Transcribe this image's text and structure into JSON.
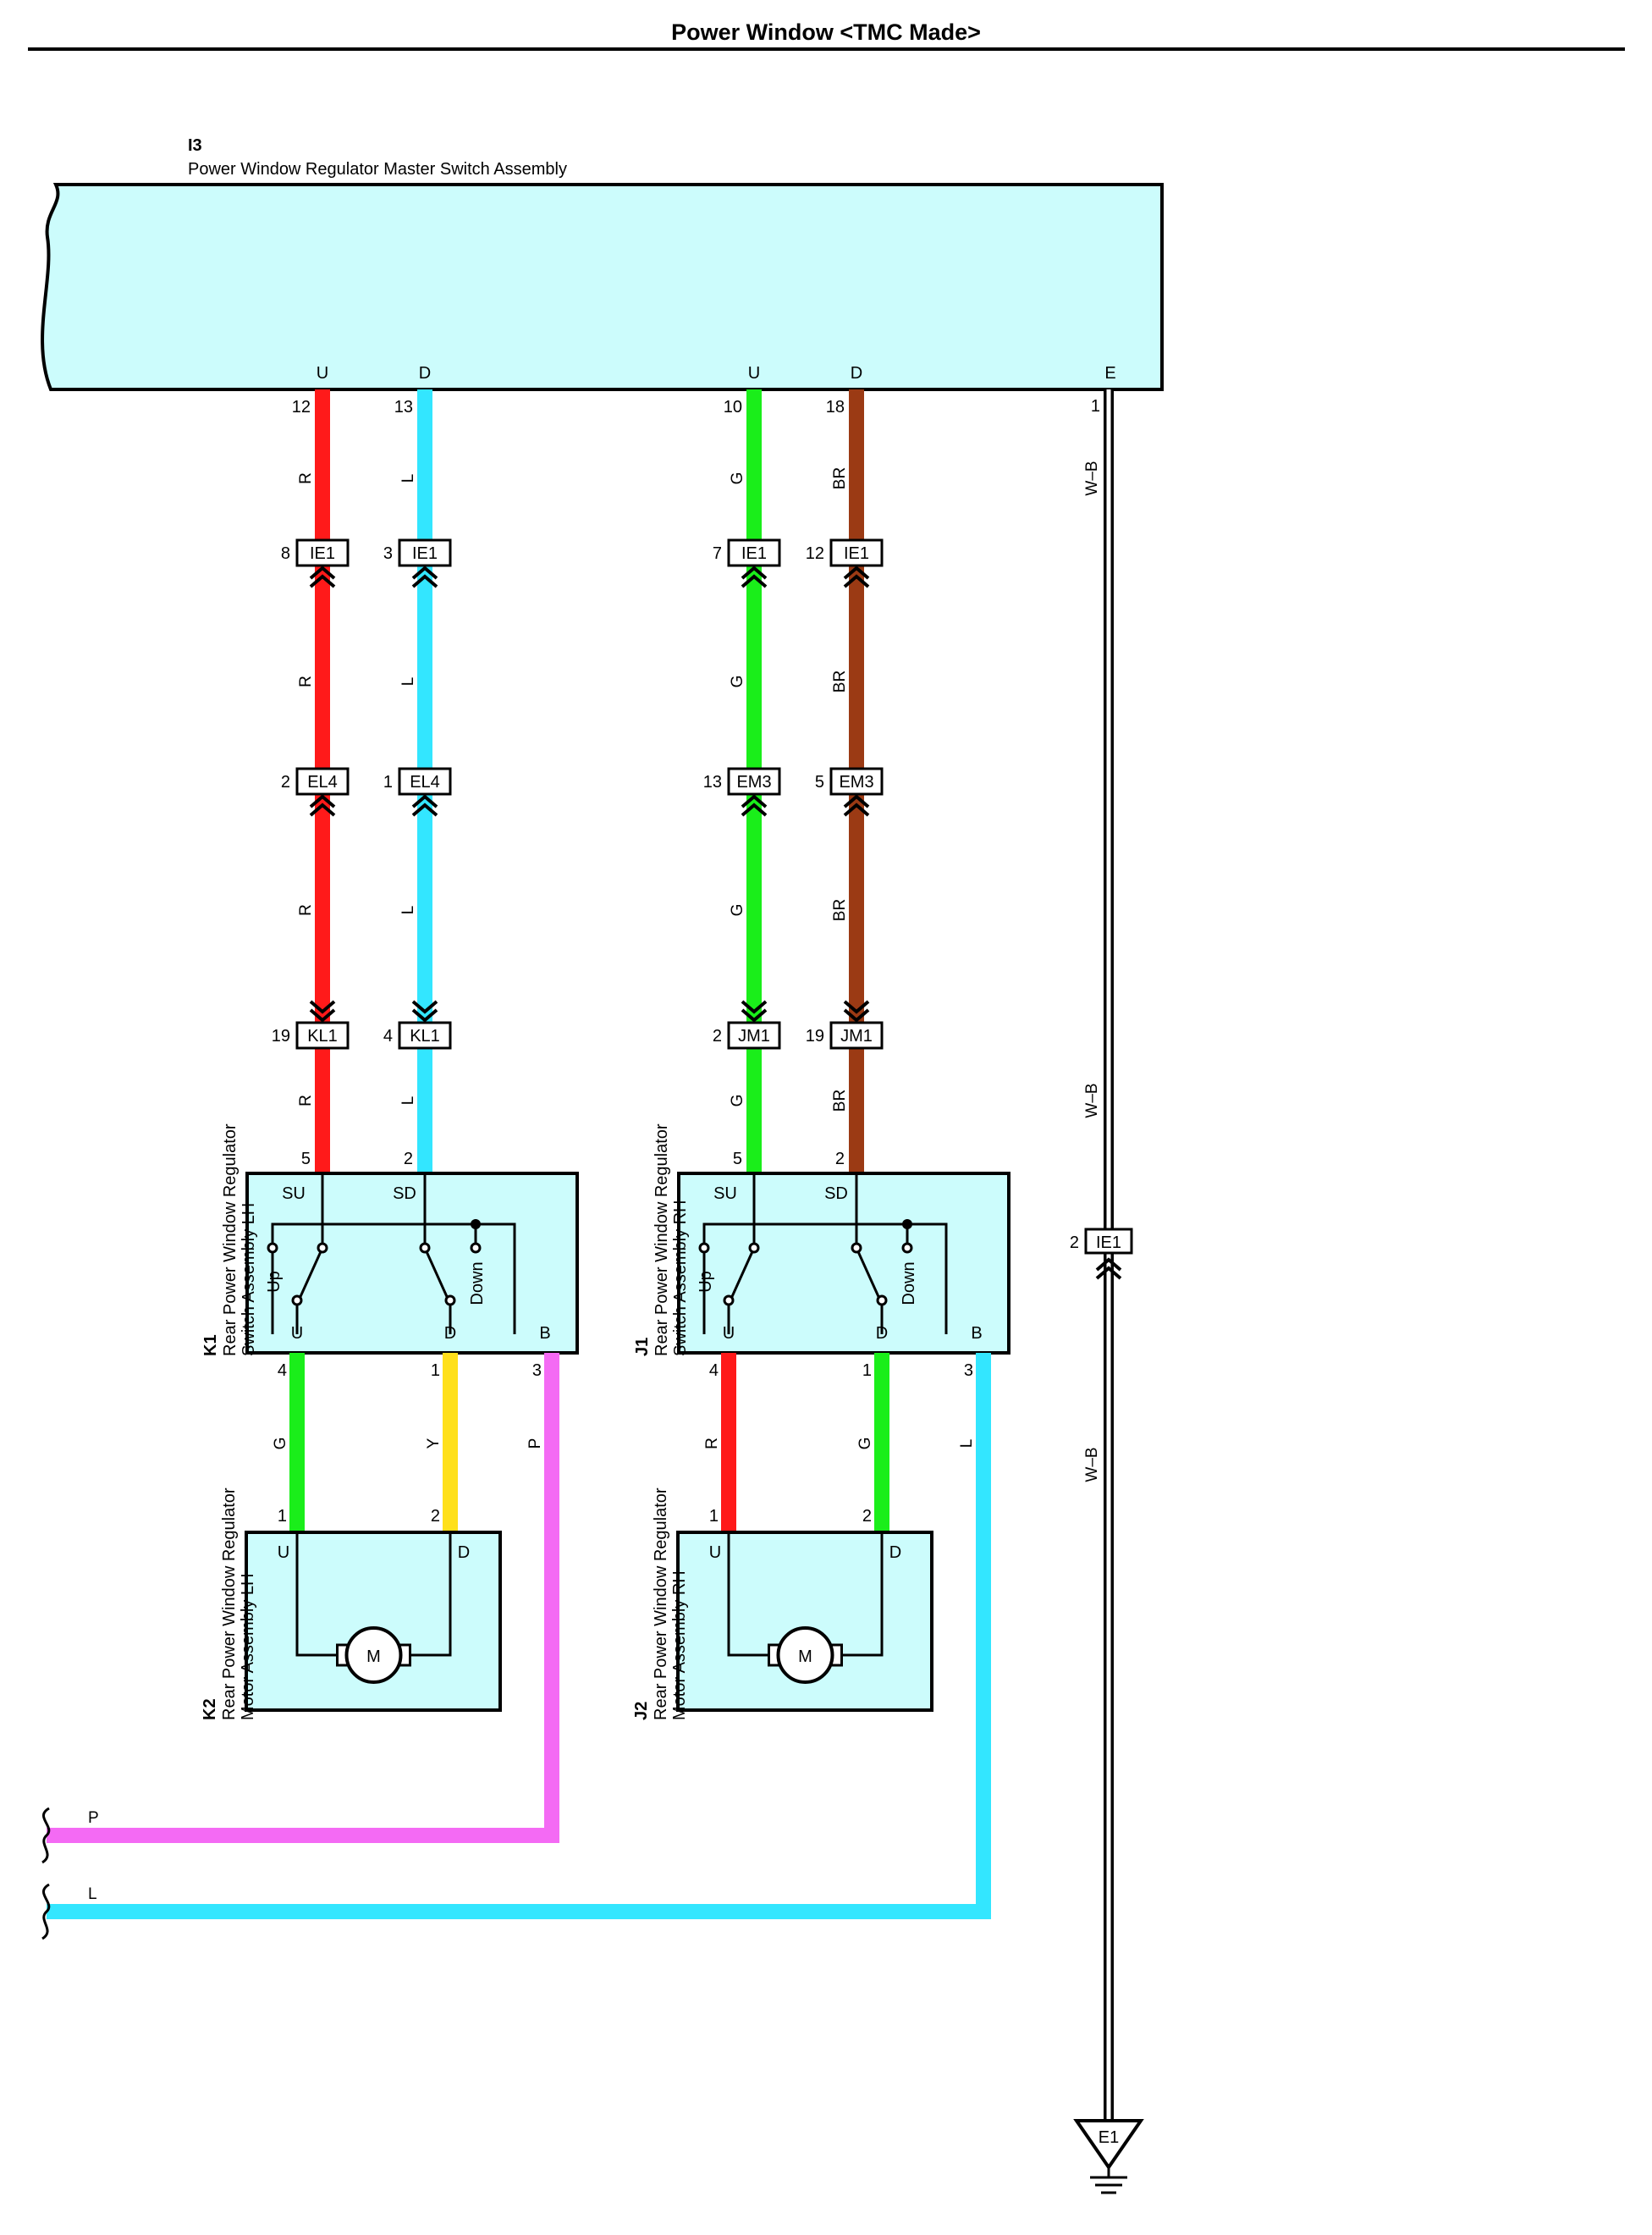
{
  "title": "Power Window <TMC Made>",
  "master": {
    "ref": "I3",
    "name": "Power Window Regulator Master Switch Assembly",
    "terminals": [
      "U",
      "D",
      "U",
      "D",
      "E"
    ]
  },
  "wires": [
    {
      "pin": "12",
      "color_code": "R",
      "hex": "#ff1a1a",
      "connectors": [
        {
          "pin": "8",
          "name": "IE1"
        },
        {
          "pin": "2",
          "name": "EL4"
        },
        {
          "pin": "19",
          "name": "KL1"
        }
      ],
      "end_pin": "5"
    },
    {
      "pin": "13",
      "color_code": "L",
      "hex": "#33e6ff",
      "connectors": [
        {
          "pin": "3",
          "name": "IE1"
        },
        {
          "pin": "1",
          "name": "EL4"
        },
        {
          "pin": "4",
          "name": "KL1"
        }
      ],
      "end_pin": "2"
    },
    {
      "pin": "10",
      "color_code": "G",
      "hex": "#1aee1a",
      "connectors": [
        {
          "pin": "7",
          "name": "IE1"
        },
        {
          "pin": "13",
          "name": "EM3"
        },
        {
          "pin": "2",
          "name": "JM1"
        }
      ],
      "end_pin": "5"
    },
    {
      "pin": "18",
      "color_code": "BR",
      "hex": "#9b3a14",
      "connectors": [
        {
          "pin": "12",
          "name": "IE1"
        },
        {
          "pin": "5",
          "name": "EM3"
        },
        {
          "pin": "19",
          "name": "JM1"
        }
      ],
      "end_pin": "2"
    }
  ],
  "ground": {
    "pin": "1",
    "color_code": "W–B",
    "connector": {
      "pin": "2",
      "name": "IE1"
    },
    "symbol": "E1"
  },
  "switches": [
    {
      "ref": "K1",
      "name_line1": "Rear Power Window Regulator",
      "name_line2": "Switch Assembly LH",
      "top_terms": [
        "SU",
        "SD"
      ],
      "bottom_terms": [
        "U",
        "D",
        "B"
      ],
      "sw_up": "Up",
      "sw_down": "Down",
      "bottom_pins": [
        "4",
        "1",
        "3"
      ]
    },
    {
      "ref": "J1",
      "name_line1": "Rear Power Window Regulator",
      "name_line2": "Switch Assembly RH",
      "top_terms": [
        "SU",
        "SD"
      ],
      "bottom_terms": [
        "U",
        "D",
        "B"
      ],
      "sw_up": "Up",
      "sw_down": "Down",
      "bottom_pins": [
        "4",
        "1",
        "3"
      ]
    }
  ],
  "motor_wires": [
    {
      "color_code": "G",
      "hex": "#1aee1a",
      "motor_pin": "1"
    },
    {
      "color_code": "Y",
      "hex": "#ffe01a",
      "motor_pin": "2"
    },
    {
      "color_code": "P",
      "hex": "#f46af4"
    },
    {
      "color_code": "R",
      "hex": "#ff1a1a",
      "motor_pin": "1"
    },
    {
      "color_code": "G",
      "hex": "#1aee1a",
      "motor_pin": "2"
    },
    {
      "color_code": "L",
      "hex": "#33e6ff"
    }
  ],
  "motors": [
    {
      "ref": "K2",
      "name_line1": "Rear Power Window Regulator",
      "name_line2": "Motor Assembly LH",
      "terms": [
        "U",
        "D"
      ],
      "symbol": "M"
    },
    {
      "ref": "J2",
      "name_line1": "Rear Power Window Regulator",
      "name_line2": "Motor Assembly RH",
      "terms": [
        "U",
        "D"
      ],
      "symbol": "M"
    }
  ],
  "off_page": [
    {
      "color_code": "P"
    },
    {
      "color_code": "L"
    }
  ],
  "colors": {
    "component_fill": "#ccfcfc",
    "outline": "#000000"
  }
}
